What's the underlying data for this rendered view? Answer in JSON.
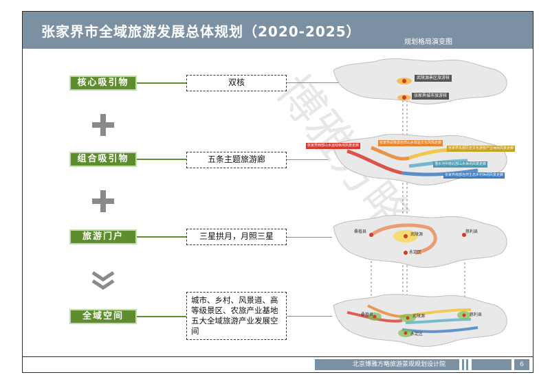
{
  "header": {
    "title": "张家界市全域旅游发展总体规划（2020-2025）",
    "subtitle": "规划格局演变图"
  },
  "levels": [
    {
      "label": "核心吸引物",
      "content": "双核"
    },
    {
      "label": "组合吸引物",
      "content": "五条主题旅游廊"
    },
    {
      "label": "旅游门户",
      "content": "三星拱月，月照三星"
    },
    {
      "label": "全域空间",
      "content": "城市、乡村、风景道、高等级景区、农旅产业基地五大全域旅游产业发展空间"
    }
  ],
  "watermark": "博雅方略",
  "maps": {
    "core": {
      "labels": [
        "武陵源景区旅游核",
        "张家界城市旅游核"
      ]
    },
    "corridors": {
      "labels": [
        "张家界西部山水运动休闲风景走廊",
        "张家界武陵源自然山水体验文化风情走廊",
        "张家界东部历史文化游览产业休闲风景走廊",
        "澧水河中南北部山水休闲风景走廊",
        "张家界南部自然生态乡村休闲风景走廊"
      ],
      "colors": [
        "#d9382e",
        "#e8842b",
        "#f2c12e",
        "#5ab0c9",
        "#3f7ec2"
      ]
    },
    "gateways": {
      "labels": [
        "桑植县",
        "武陵源",
        "慈利县",
        "永定区"
      ]
    },
    "fullspace": {
      "labels": [
        "桑植县",
        "武陵源",
        "慈利县",
        "永定区"
      ]
    }
  },
  "footer": {
    "org": "北京博雅方略旅游景观规划设计院",
    "page": "6"
  },
  "colors": {
    "header": "#7c90a4",
    "level_box": "#5e8d2e"
  }
}
